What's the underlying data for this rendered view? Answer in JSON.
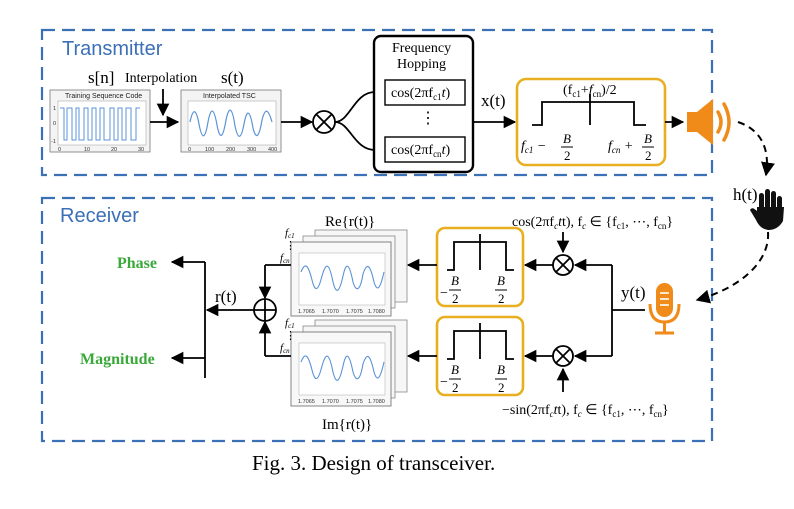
{
  "colors": {
    "dashed_border": "#3b6fb6",
    "section_label": "#3b6fb6",
    "filter_box": "#e8b020",
    "speaker": "#f08a18",
    "microphone": "#f08a18",
    "output_label": "#3aa83a",
    "signal_trace": "#5b93d8"
  },
  "transmitter": {
    "label": "Transmitter",
    "s_n": "s[n]",
    "interpolation": "Interpolation",
    "s_t": "s(t)",
    "tsc_title": "Training Sequence Code",
    "tsc_xticks": [
      "0",
      "10",
      "20",
      "30"
    ],
    "tsc_yticks": [
      "1",
      "0",
      "-1"
    ],
    "itsc_title": "Interpolated TSC",
    "itsc_xticks": [
      "0",
      "100",
      "200",
      "300",
      "400"
    ],
    "hopping_title_1": "Frequency",
    "hopping_title_2": "Hopping",
    "cos_c1": "cos(2πf",
    "c1": "c1",
    "cn": "cn",
    "dots": "⋮",
    "x_t": "x(t)",
    "center_freq": "(f",
    "center_freq_tail": ")/2",
    "low_edge": "f",
    "high_edge": "f",
    "B": "B",
    "two": "2",
    "speaker_icon": "speaker-icon"
  },
  "channel": {
    "h_t": "h(t)",
    "hand_icon": "hand-icon"
  },
  "receiver": {
    "label": "Receiver",
    "re_label": "Re{r(t)}",
    "im_label": "Im{r(t)}",
    "r_t": "r(t)",
    "y_t": "y(t)",
    "phase": "Phase",
    "magnitude": "Magnitude",
    "cos_mix": "cos(2πf",
    "cos_mix_tail": "t), f",
    "set_tail": " ∈ {f",
    "set_dots": ", ⋯, f",
    "set_close": "}",
    "sin_mix": "−sin(2πf",
    "minus_b": "−",
    "mic_icon": "microphone-icon",
    "fc1": "f",
    "fcn": "f"
  },
  "caption": "Fig. 3.  Design of transceiver."
}
